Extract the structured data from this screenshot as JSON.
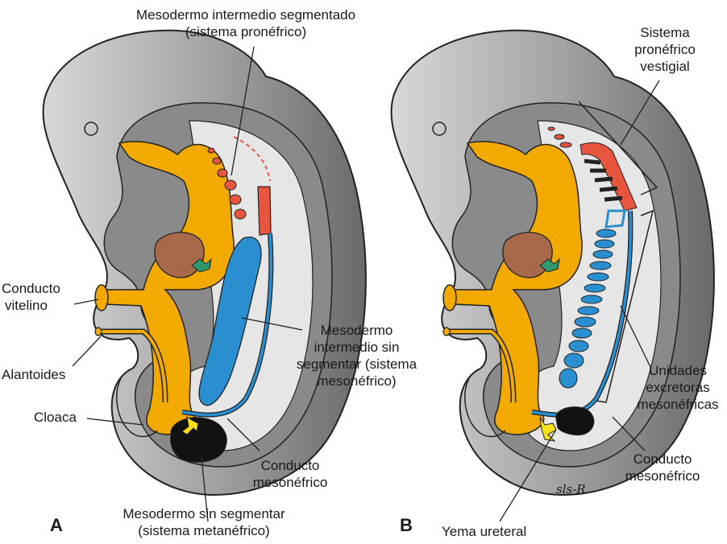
{
  "panels": {
    "a": "A",
    "b": "B"
  },
  "labels_a": {
    "segmented_line1": "Mesodermo intermedio segmentado",
    "segmented_line2": "(sistema pronéfrico)",
    "vitelline_line1": "Conducto",
    "vitelline_line2": "vitelino",
    "allantois": "Alantoides",
    "cloaca": "Cloaca",
    "unsegmented_line1": "Mesodermo",
    "unsegmented_line2": "intermedio sin",
    "unsegmented_line3": "segmentar (sistema",
    "unsegmented_line4": "mesonéfrico)",
    "duct_line1": "Conducto",
    "duct_line2": "mesonéfrico",
    "metanephric_line1": "Mesodermo sin segmentar",
    "metanephric_line2": "(sistema metanéfrico)"
  },
  "labels_b": {
    "vestigial_line1": "Sistema",
    "vestigial_line2": "pronéfrico",
    "vestigial_line3": "vestigial",
    "excretory_line1": "Unidades",
    "excretory_line2": "excretoras",
    "excretory_line3": "mesonéfricas",
    "duct_line1": "Conducto",
    "duct_line2": "mesonéfrico",
    "ureteric_bud": "Yema ureteral"
  },
  "signature": "sls-R",
  "colors": {
    "body_outer": "#777777",
    "body_mid": "#9a9a9a",
    "body_light": "#c8c8c8",
    "coelom": "#e6e6e6",
    "gut": "#f2a900",
    "pronephric": "#e8553f",
    "mesonephric": "#2a8fd0",
    "ureteric_bud": "#f7e018",
    "metanephric": "#111111",
    "liver": "#a8694a",
    "pancreas": "#2e9a6e"
  }
}
